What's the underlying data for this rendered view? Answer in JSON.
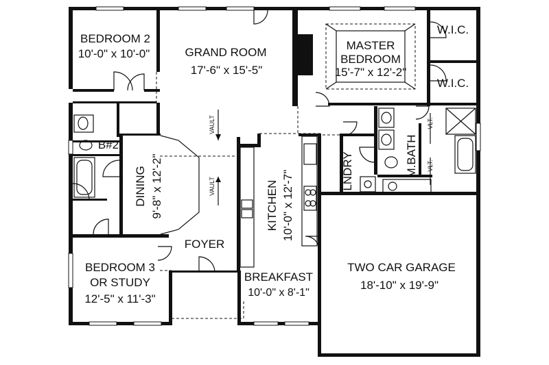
{
  "rooms": {
    "bedroom2": {
      "name": "BEDROOM 2",
      "dims": "10'-0\" x 10'-0\""
    },
    "grand_room": {
      "name": "GRAND ROOM",
      "dims": "17'-6\" x 15'-5\""
    },
    "master_bedroom": {
      "name_line1": "MASTER",
      "name_line2": "BEDROOM",
      "dims": "15'-7\" x 12'-2\""
    },
    "wic_top": {
      "name": "W.I.C."
    },
    "wic_bottom": {
      "name": "W.I.C."
    },
    "bath2": {
      "name": "B#2"
    },
    "dining": {
      "name": "DINING",
      "dims": "9'-8\" x 12'-2\""
    },
    "kitchen": {
      "name": "KITCHEN",
      "dims": "10'-0\" x 12'-7\""
    },
    "laundry": {
      "name": "LNDRY"
    },
    "master_bath": {
      "name": "M.BATH"
    },
    "foyer": {
      "name": "FOYER"
    },
    "bedroom3": {
      "name_line1": "BEDROOM 3",
      "name_line2": "OR STUDY",
      "dims": "12'-5\" x 11'-3\""
    },
    "breakfast": {
      "name": "BREAKFAST",
      "dims": "10'-0\" x 8'-1\""
    },
    "garage": {
      "name": "TWO CAR GARAGE",
      "dims": "18'-10\" x 19'-9\""
    }
  },
  "annotations": {
    "vault": "VAULT",
    "vlt": "VLT."
  }
}
